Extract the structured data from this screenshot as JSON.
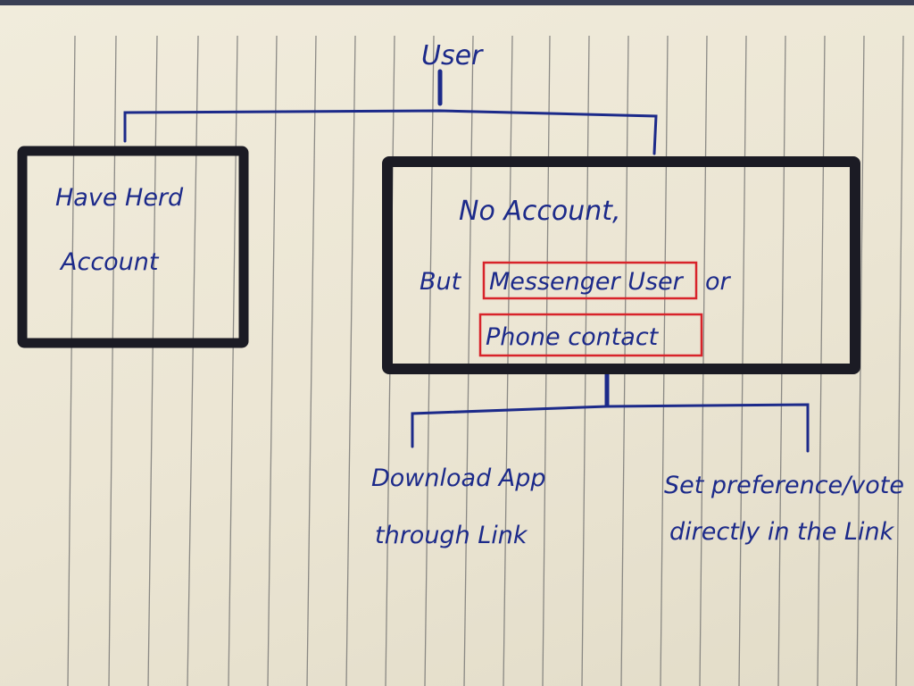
{
  "top_node": {
    "label": "User"
  },
  "left_box": {
    "line1": "Have Herd",
    "line2": "Account"
  },
  "right_box": {
    "line1": "No Account,",
    "line2_prefix": "But",
    "highlight1": "Messenger User",
    "line2_suffix": "or",
    "highlight2": "Phone contact"
  },
  "branch_left": {
    "line1": "Download App",
    "line2": "through Link"
  },
  "branch_right": {
    "line1": "Set preference/vote",
    "line2": "directly in the Link"
  },
  "colors": {
    "ink_blue": "#1c2a8a",
    "box_black": "#1b1b24",
    "highlight_red": "#d8232a",
    "paper": "#ece7d6",
    "rule_line": "#6b6b6b"
  }
}
